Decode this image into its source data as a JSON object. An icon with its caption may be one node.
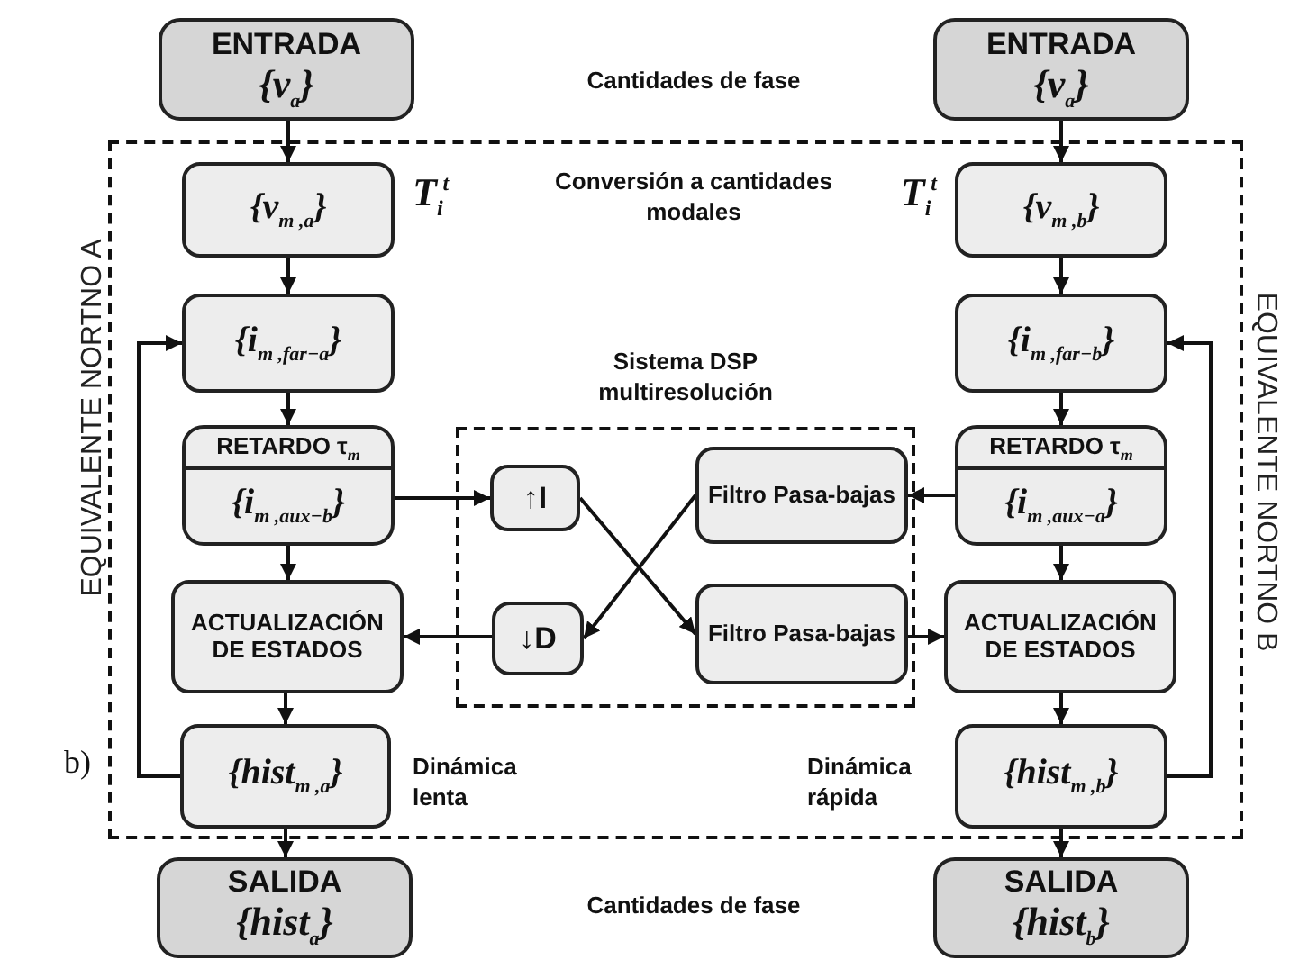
{
  "diagram": {
    "nodes": [
      {
        "text": [
          "EQUIVALENTE NORTNO A",
          "EQUIVALENTE NORTNO B"
        ]
      },
      {
        "text": [
          "ENTRADA",
          "{v$_{a}$}"
        ]
      },
      {
        "text": [
          "ENTRADA",
          "{v$_{a}$}"
        ]
      },
      {
        "text": [
          "{v$_{m ,a}$}"
        ],
        "in": 0,
        "beside": [
          "T$_{i}$$^{t}$"
        ]
      },
      {
        "text": [
          "{v$_{m ,b}$}"
        ],
        "in": 0,
        "beside": [
          "T$_{i}$$^{t}$"
        ]
      },
      {
        "text": [
          "{i$_{m ,far−a}$}"
        ],
        "in": 0
      },
      {
        "text": [
          "{i$_{m ,far−b}$}"
        ],
        "in": 0
      },
      {
        "text": [
          "RETARDO τ$_{m}$",
          "{i$_{m ,aux−b}$}"
        ],
        "in": 0
      },
      {
        "text": [
          "RETARDO τ$_{m}$",
          "{i$_{m ,aux−a}$}"
        ],
        "in": 0
      },
      {
        "text": [
          "Sistema DSP multiresolución"
        ],
        "in": 0
      },
      {
        "text": [
          "↑I"
        ],
        "in": 9
      },
      {
        "text": [
          "Filtro Pasa-bajas"
        ],
        "in": 9
      },
      {
        "text": [
          "↓D"
        ],
        "in": 9
      },
      {
        "text": [
          "Filtro Pasa-bajas"
        ],
        "in": 9
      },
      {
        "text": [
          "ACTUALIZACIÓN DE ESTADOS"
        ],
        "in": 0
      },
      {
        "text": [
          "ACTUALIZACIÓN DE ESTADOS"
        ],
        "in": 0
      },
      {
        "text": [
          "{hist$_{m ,a}$}"
        ],
        "in": 0,
        "beside": [
          "Dinámica lenta"
        ]
      },
      {
        "text": [
          "{hist$_{m ,b}$}"
        ],
        "in": 0,
        "beside": [
          "Dinámica rápida"
        ]
      },
      {
        "text": [
          "SALIDA",
          "{hist$_{a}$}"
        ]
      },
      {
        "text": [
          "SALIDA",
          "{hist$_{b}$}"
        ]
      }
    ],
    "edges": [
      {
        "from": 1,
        "to": 3,
        "arrow": "to"
      },
      {
        "from": 3,
        "to": 5,
        "arrow": "to"
      },
      {
        "from": 5,
        "to": 7,
        "arrow": "to"
      },
      {
        "from": 7,
        "to": 14,
        "arrow": "to"
      },
      {
        "from": 14,
        "to": 16,
        "arrow": "to"
      },
      {
        "from": 16,
        "to": 18,
        "arrow": "to"
      },
      {
        "from": 16,
        "to": 5,
        "arrow": "to"
      },
      {
        "from": 2,
        "to": 4,
        "arrow": "to"
      },
      {
        "from": 4,
        "to": 6,
        "arrow": "to"
      },
      {
        "from": 6,
        "to": 8,
        "arrow": "to"
      },
      {
        "from": 8,
        "to": 15,
        "arrow": "to"
      },
      {
        "from": 15,
        "to": 17,
        "arrow": "to"
      },
      {
        "from": 17,
        "to": 19,
        "arrow": "to"
      },
      {
        "from": 17,
        "to": 6,
        "arrow": "to"
      },
      {
        "from": 7,
        "to": 10,
        "arrow": "to"
      },
      {
        "from": 10,
        "to": 13,
        "arrow": "to"
      },
      {
        "from": 8,
        "to": 11,
        "arrow": "to"
      },
      {
        "from": 11,
        "to": 12,
        "arrow": "to"
      },
      {
        "from": 12,
        "to": 14,
        "arrow": "to"
      },
      {
        "from": 13,
        "to": 15,
        "arrow": "to"
      }
    ],
    "labels": [
      "Cantidades de fase",
      "Conversión a cantidades modales",
      "Cantidades de fase",
      "b)"
    ]
  }
}
